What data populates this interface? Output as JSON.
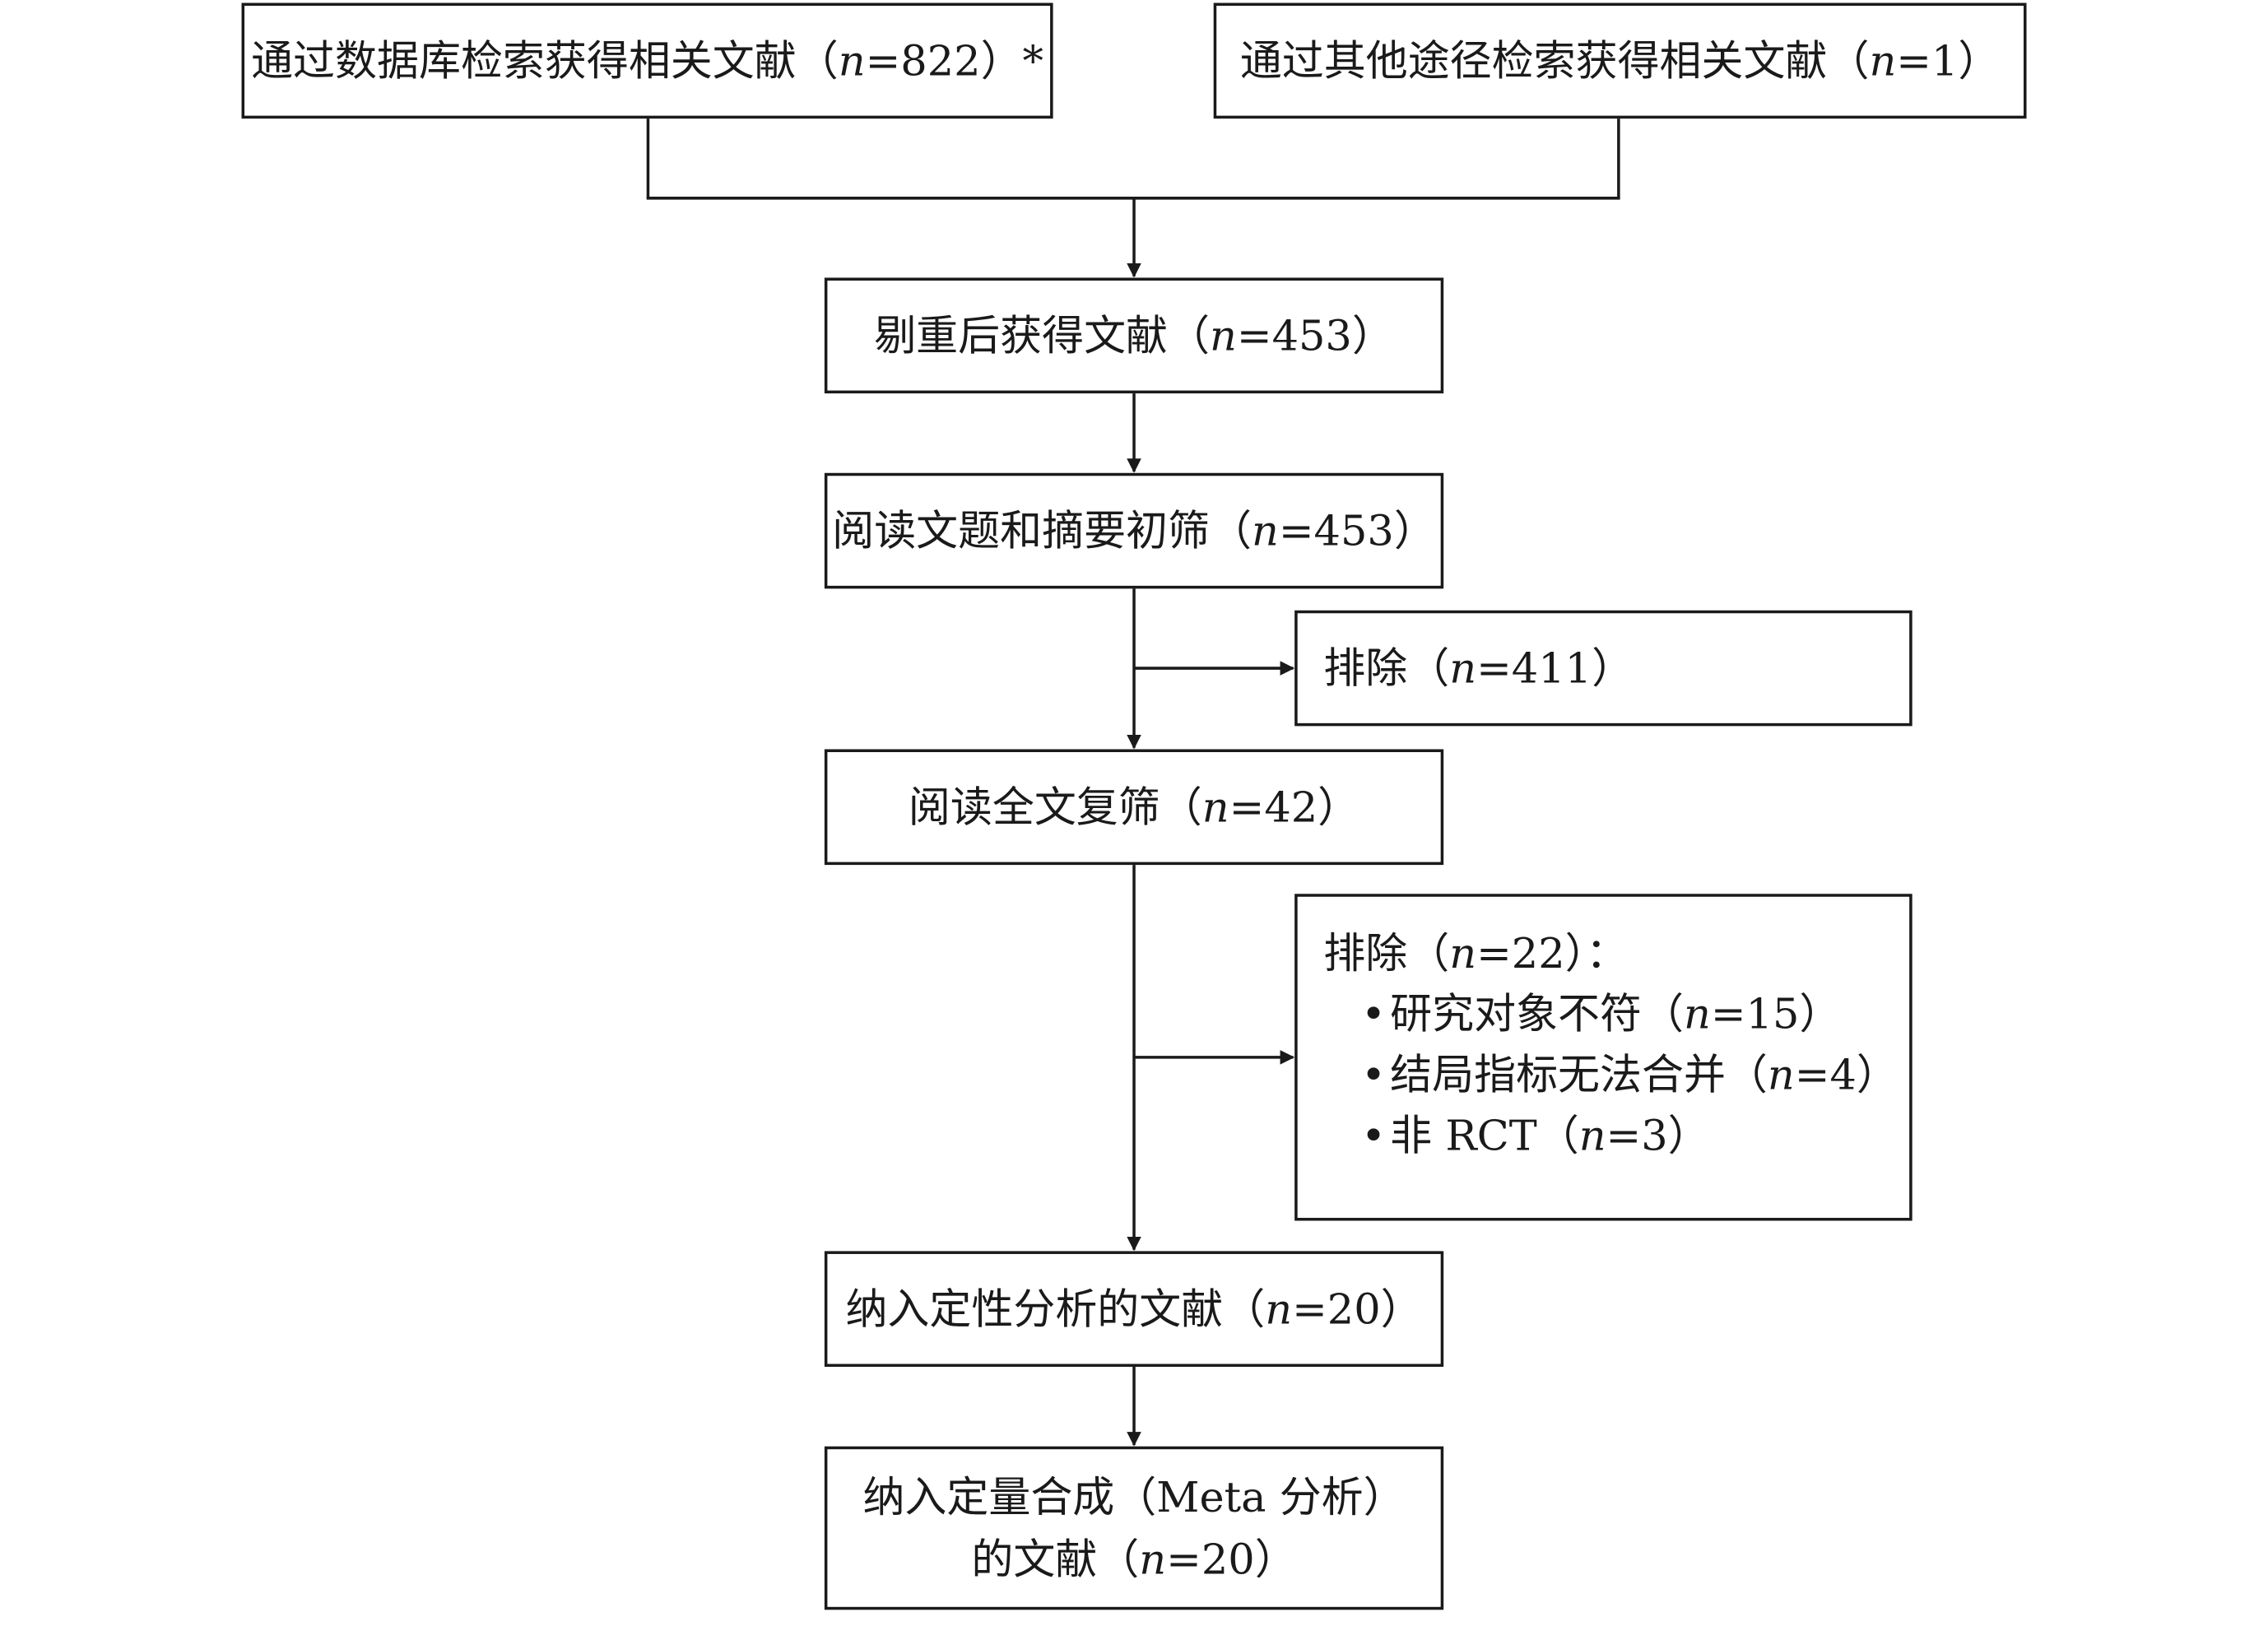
{
  "boxes": {
    "db_search": {
      "prefix": "通过数据库检索获得相关文献（",
      "n_label": "n",
      "suffix": "=822）*"
    },
    "other_search": {
      "prefix": "通过其他途径检索获得相关文献（",
      "n_label": "n",
      "suffix": "=1）"
    },
    "dedup": {
      "prefix": "剔重后获得文献（",
      "n_label": "n",
      "suffix": "=453）"
    },
    "title_abstract": {
      "prefix": "阅读文题和摘要初筛（",
      "n_label": "n",
      "suffix": "=453）"
    },
    "exclude_1": {
      "prefix": "排除（",
      "n_label": "n",
      "suffix": "=411）"
    },
    "fulltext": {
      "prefix": "阅读全文复筛（",
      "n_label": "n",
      "suffix": "=42）"
    },
    "exclude_2": {
      "prefix": "排除（",
      "n_label": "n",
      "suffix": "=22）：",
      "bullet": "•",
      "items": [
        {
          "prefix": "研究对象不符（",
          "n_label": "n",
          "suffix": "=15）"
        },
        {
          "prefix": "结局指标无法合并（",
          "n_label": "n",
          "suffix": "=4）"
        },
        {
          "prefix": "非 RCT（",
          "n_label": "n",
          "suffix": "=3）"
        }
      ]
    },
    "qualitative": {
      "prefix": "纳入定性分析的文献（",
      "n_label": "n",
      "suffix": "=20）"
    },
    "quantitative": {
      "line1": "纳入定量合成（Meta 分析）",
      "prefix": "的文献（",
      "n_label": "n",
      "suffix": "=20）"
    }
  },
  "colors": {
    "stroke": "#1a1a1a",
    "background": "#ffffff"
  }
}
